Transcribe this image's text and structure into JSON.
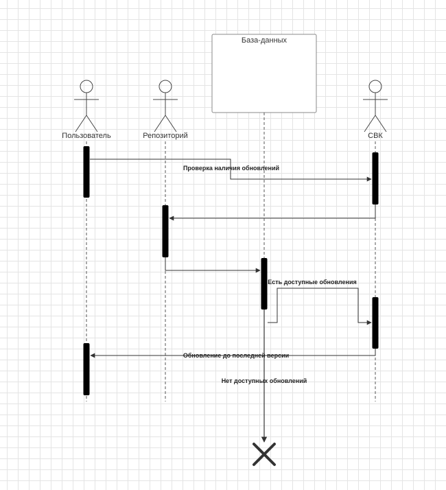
{
  "diagram": {
    "database": {
      "label": "База-данных"
    },
    "actors": [
      {
        "id": "user",
        "label": "Пользователь"
      },
      {
        "id": "repo",
        "label": "Репозиторий"
      },
      {
        "id": "svk",
        "label": "СВК"
      }
    ],
    "messages": {
      "check_updates": "Проверка наличия обновлений",
      "available_updates": "Есть доступные обновления",
      "update_latest": "Обновление до последней версии",
      "no_updates": "Нет доступных обновлений"
    },
    "colors": {
      "line": "#333333",
      "lifeline": "#555555",
      "activation": "#000000",
      "grid": "#e4e4e4"
    }
  }
}
